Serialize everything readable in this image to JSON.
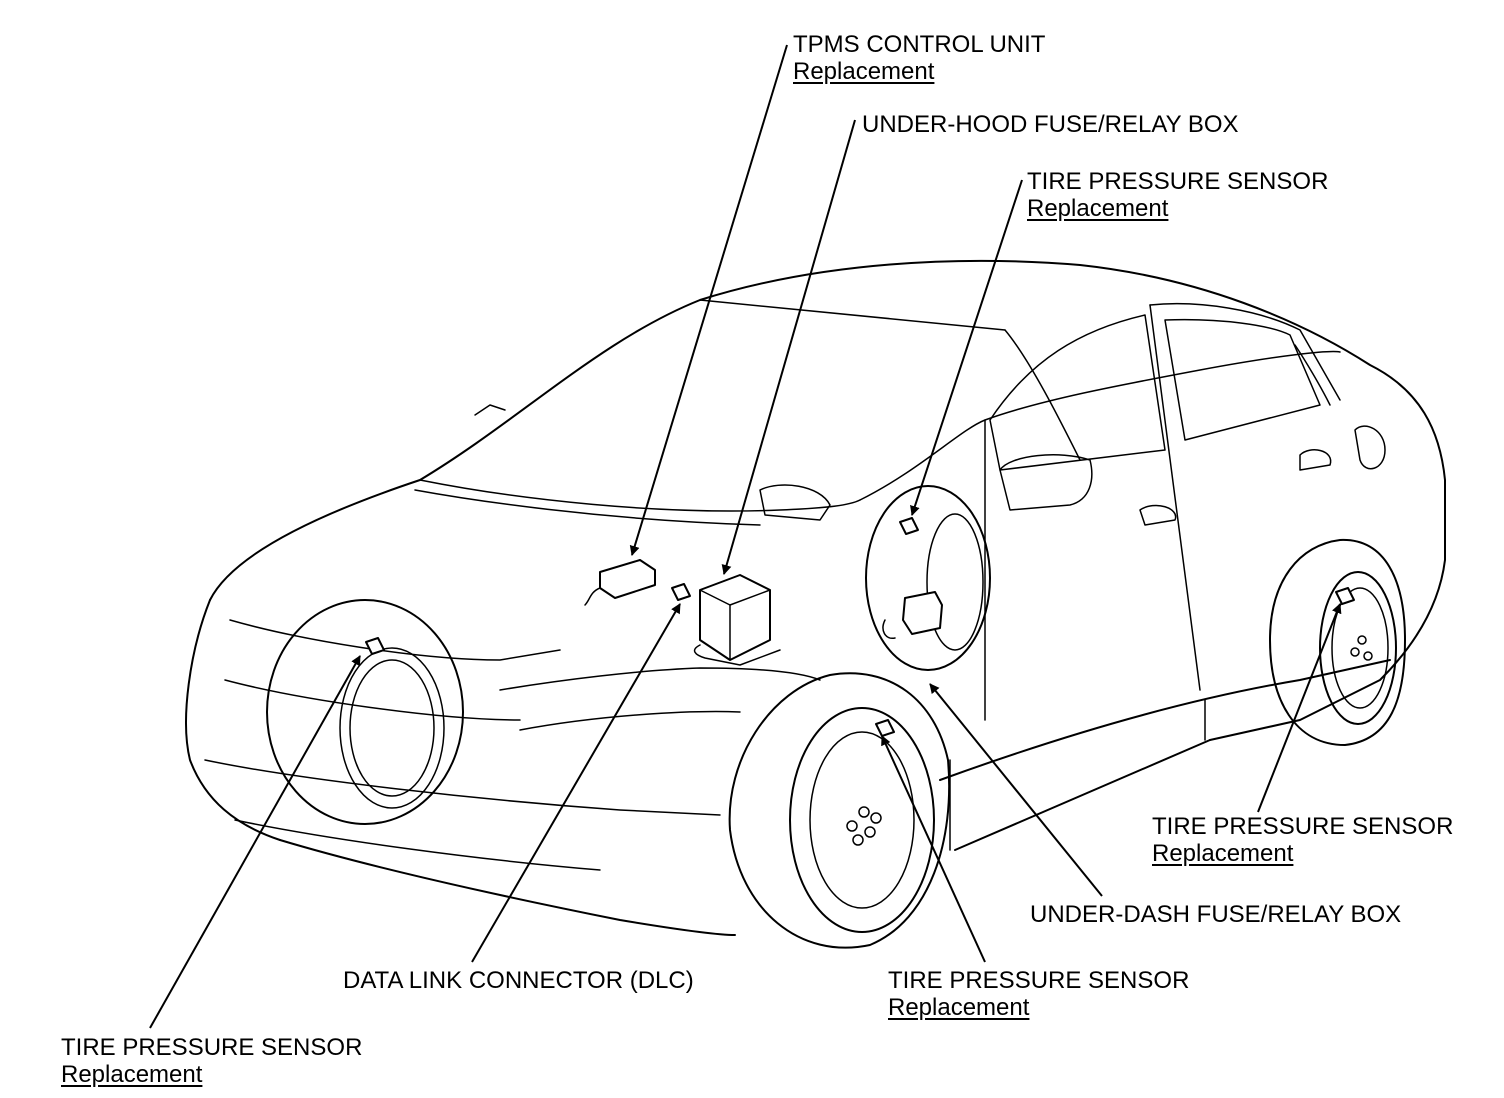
{
  "labels": {
    "tpms_control_unit": {
      "title": "TPMS CONTROL UNIT",
      "link": "Replacement"
    },
    "under_hood_fuse": {
      "title": "UNDER-HOOD FUSE/RELAY BOX"
    },
    "tire_sensor_left_rear": {
      "title": "TIRE PRESSURE SENSOR",
      "link": "Replacement"
    },
    "tire_sensor_right_rear": {
      "title": "TIRE PRESSURE SENSOR",
      "link": "Replacement"
    },
    "under_dash_fuse": {
      "title": "UNDER-DASH FUSE/RELAY BOX"
    },
    "tire_sensor_right_front": {
      "title": "TIRE PRESSURE SENSOR",
      "link": "Replacement"
    },
    "data_link_connector": {
      "title": "DATA LINK CONNECTOR (DLC)"
    },
    "tire_sensor_left_front": {
      "title": "TIRE PRESSURE SENSOR",
      "link": "Replacement"
    }
  }
}
